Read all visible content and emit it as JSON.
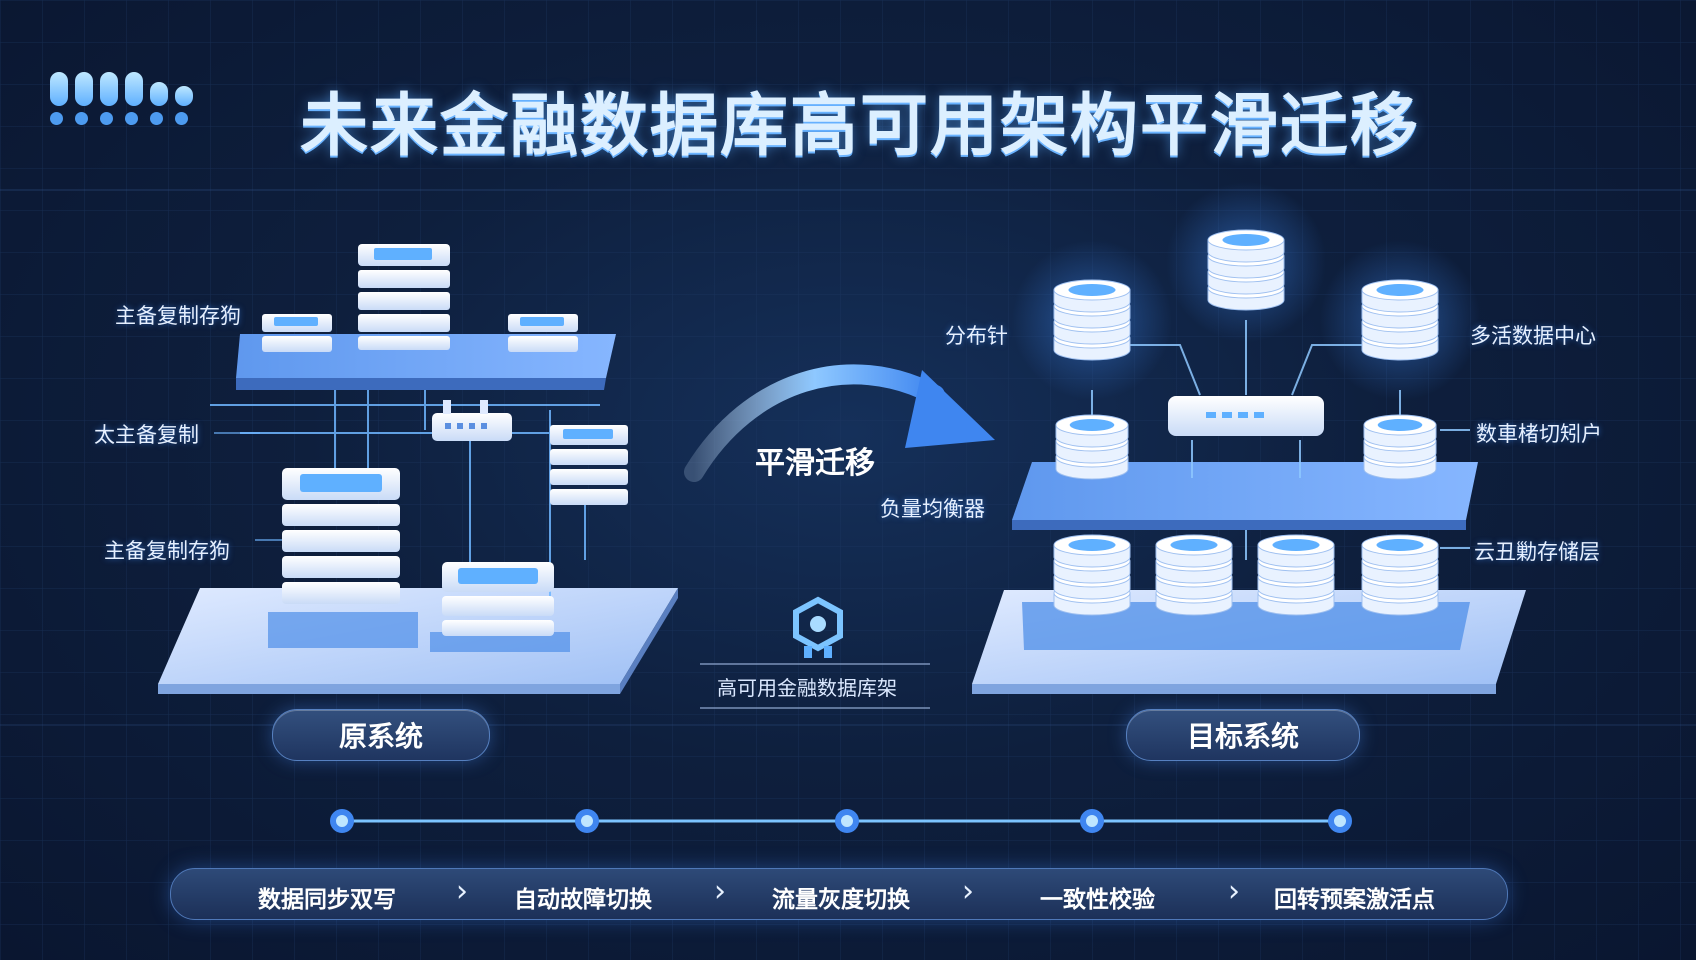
{
  "title": "未来金融数据库高可用架构平滑迁移",
  "migration_label": "平滑迁移",
  "center_caption": "高可用金融数据库架",
  "source": {
    "name": "原系统",
    "labels": [
      "主备复制存狗",
      "太主备复制",
      "主备复制存狗"
    ]
  },
  "target": {
    "name": "目标系统",
    "labels": {
      "distributed": "分布针",
      "multi_dc": "多活数据中心",
      "load_balancer": "负量均衡器",
      "failover": "数車楮切矧户",
      "cloud_storage": "云丑勦存储层"
    }
  },
  "flow_steps": [
    "数据同步双写",
    "自动故障切换",
    "流量灰度切换",
    "一致性校验",
    "回转预案激活点"
  ],
  "colors": {
    "accent": "#4d9bf0",
    "glow": "#6fb6ff",
    "panel": "#1c3058"
  }
}
